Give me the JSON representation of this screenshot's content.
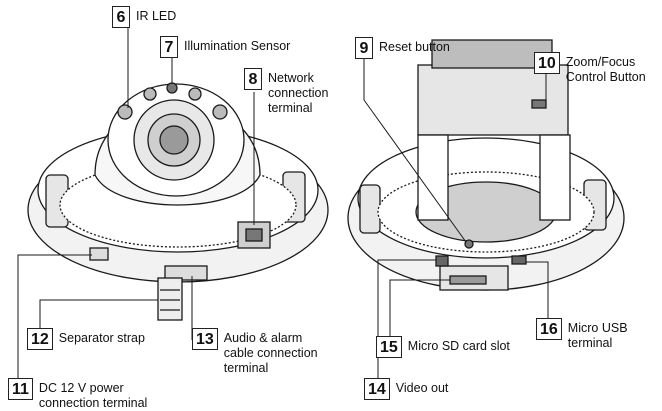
{
  "callouts": [
    {
      "num": "6",
      "label": "IR LED"
    },
    {
      "num": "7",
      "label": "Illumination Sensor"
    },
    {
      "num": "8",
      "label": "Network\nconnection\nterminal"
    },
    {
      "num": "9",
      "label": "Reset button"
    },
    {
      "num": "10",
      "label": "Zoom/Focus\nControl Button"
    },
    {
      "num": "11",
      "label": "DC 12 V power\nconnection terminal"
    },
    {
      "num": "12",
      "label": "Separator strap"
    },
    {
      "num": "13",
      "label": "Audio & alarm\ncable connection\nterminal"
    },
    {
      "num": "14",
      "label": "Video out"
    },
    {
      "num": "15",
      "label": "Micro SD card slot"
    },
    {
      "num": "16",
      "label": "Micro USB\nterminal"
    }
  ],
  "colors": {
    "line": "#1a1a1a",
    "body": "#ffffff",
    "shade": "#d9d9d9",
    "dark": "#555555"
  }
}
